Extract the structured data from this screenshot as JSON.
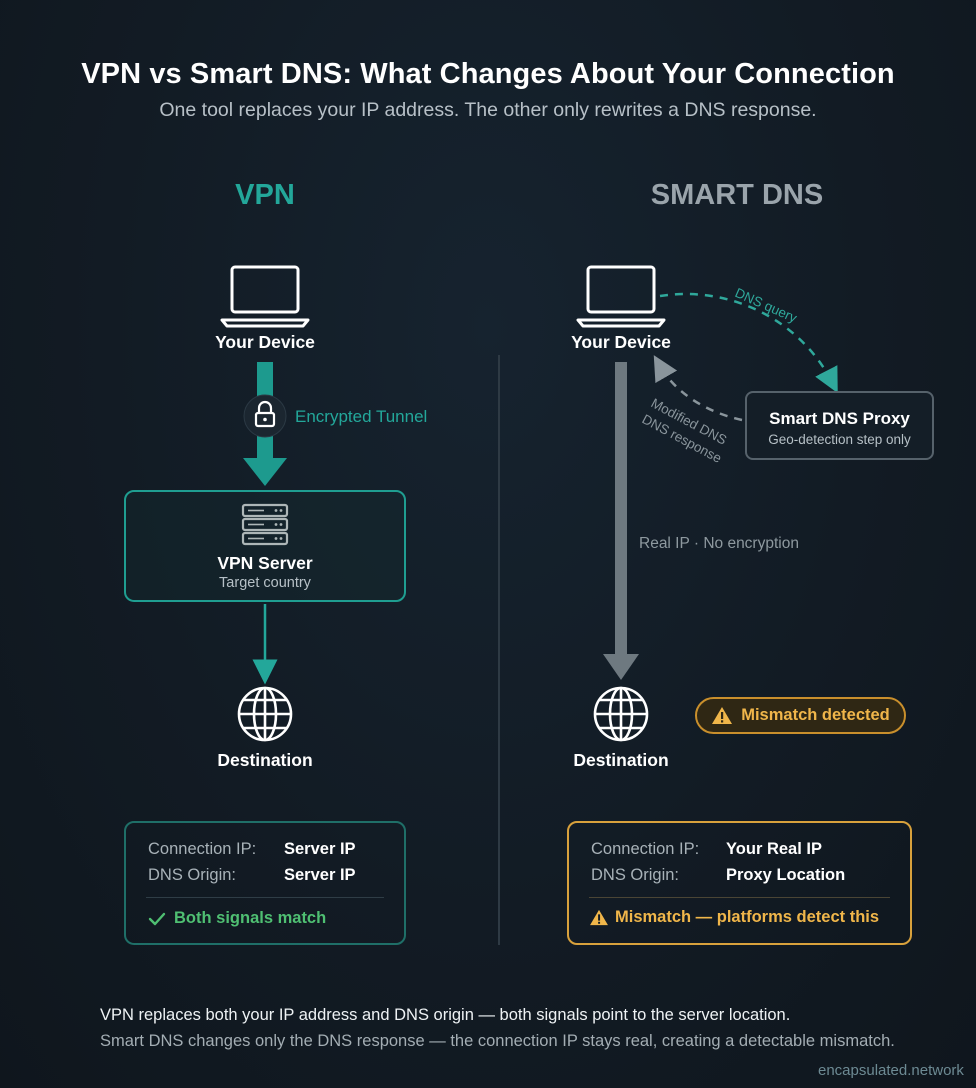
{
  "header": {
    "title": "VPN vs Smart DNS: What Changes About Your Connection",
    "subtitle": "One tool replaces your IP address. The other only rewrites a DNS response."
  },
  "vpn": {
    "heading": "VPN",
    "device_label": "Your Device",
    "tunnel_label": "Encrypted Tunnel",
    "server_label": "VPN Server",
    "server_sublabel": "Target country",
    "destination_label": "Destination",
    "summary": {
      "connection_ip_label": "Connection IP:",
      "connection_ip_value": "Server IP",
      "dns_origin_label": "DNS Origin:",
      "dns_origin_value": "Server IP",
      "status": "Both signals match"
    }
  },
  "smart_dns": {
    "heading": "SMART DNS",
    "device_label": "Your Device",
    "dns_query_label": "DNS query",
    "modified_response_line1": "Modified DNS",
    "modified_response_line2": "DNS response",
    "proxy_label": "Smart DNS Proxy",
    "proxy_sublabel": "Geo-detection step only",
    "real_ip_label": "Real IP · No encryption",
    "destination_label": "Destination",
    "badge": "Mismatch detected",
    "summary": {
      "connection_ip_label": "Connection IP:",
      "connection_ip_value": "Your Real IP",
      "dns_origin_label": "DNS Origin:",
      "dns_origin_value": "Proxy Location",
      "status": "Mismatch — platforms detect this"
    }
  },
  "footer": {
    "line1": "VPN replaces both your IP address and DNS origin — both signals point to the server location.",
    "line2": "Smart DNS changes only the DNS response — the connection IP stays real, creating a detectable mismatch.",
    "credit": "encapsulated.network"
  },
  "colors": {
    "teal": "#23a79a",
    "amber": "#e0a53c",
    "gray": "#9aa4ab",
    "green": "#4fbf72"
  },
  "icons": [
    "laptop-icon",
    "lock-icon",
    "server-icon",
    "globe-icon",
    "warning-icon",
    "check-icon"
  ]
}
